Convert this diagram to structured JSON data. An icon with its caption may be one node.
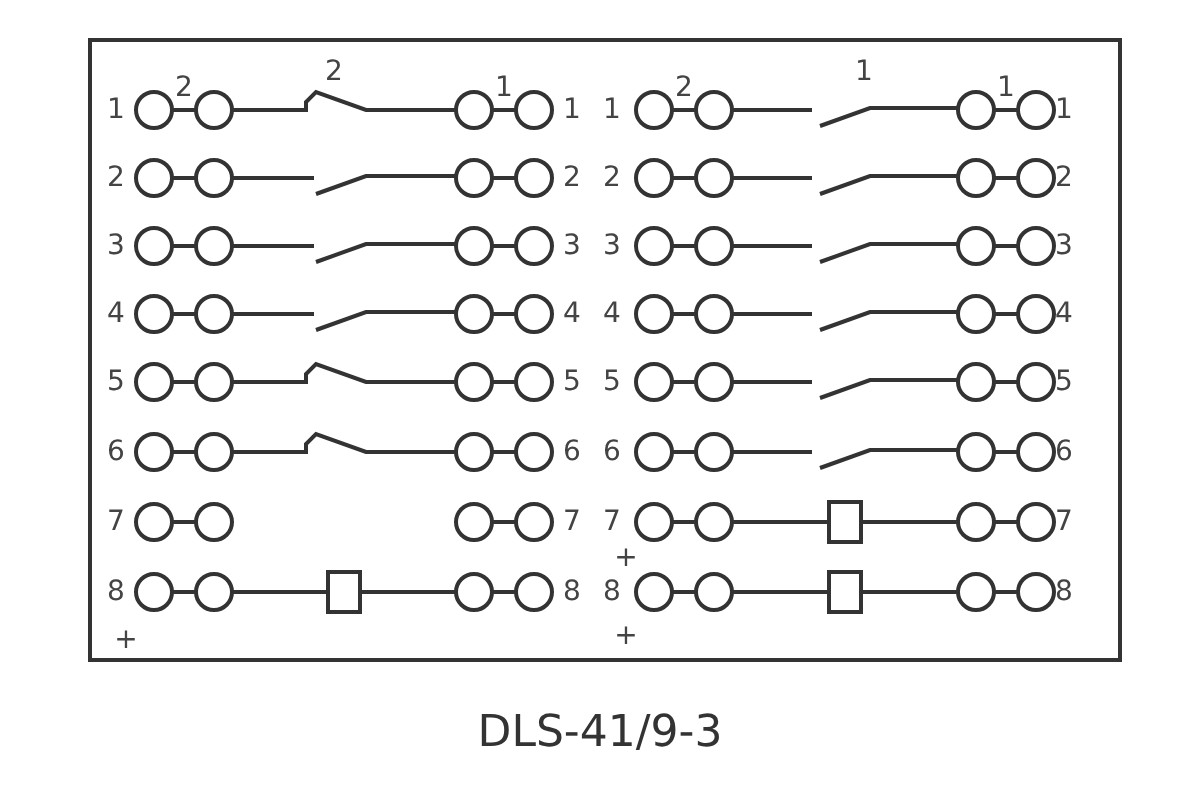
{
  "diagram": {
    "caption": "DLS-41/9-3",
    "labels": [
      "2",
      "2",
      "1",
      "2",
      "1",
      "1",
      "1",
      "1",
      "1",
      "1",
      "2",
      "2",
      "2",
      "2",
      "3",
      "3",
      "3",
      "3",
      "4",
      "4",
      "4",
      "4",
      "5",
      "5",
      "5",
      "5",
      "6",
      "6",
      "6",
      "6",
      "7",
      "7",
      "7",
      "7",
      "+",
      "8",
      "8",
      "8",
      "8",
      "+",
      "+"
    ]
  }
}
